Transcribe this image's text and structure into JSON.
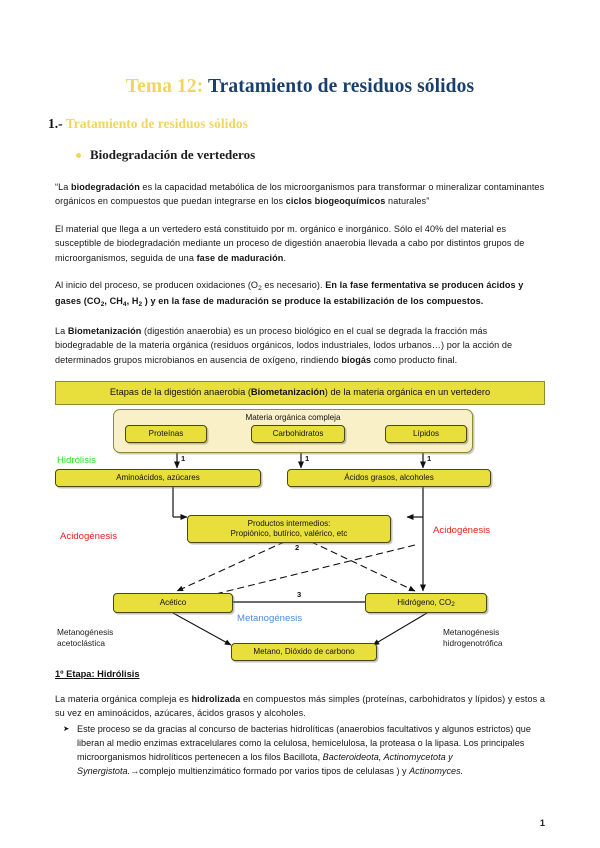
{
  "document": {
    "title_part1": "Tema 12:",
    "title_part2": " Tratamiento de residuos sólidos",
    "section": {
      "number": "1.-",
      "label": " Tratamiento de residuos sólidos"
    },
    "subsection": "Biodegradación de vertederos",
    "page_number": "1"
  },
  "paragraphs": {
    "quote": "“La biodegradación es la capacidad metabólica de los microorganismos para transformar o mineralizar contaminantes orgánicos en compuestos que puedan integrarse en los ciclos biogeoquímicos naturales”",
    "p2": "El material que llega a un vertedero está constituido por m. orgánico e inorgánico. Sólo el 40% del material es susceptible de biodegradación mediante un proceso de digestión anaerobia llevada a cabo por distintos grupos de microorganismos, seguida de una fase de maduración.",
    "p3": "Al inicio del proceso, se producen oxidaciones (O2 es necesario). En la fase fermentativa se producen ácidos y gases (CO2, CH4, H2) y en la fase de maduración se produce la estabilización de los compuestos.",
    "p4": "La Biometanización (digestión anaerobia) es un proceso biológico en el cual se degrada la fracción más biodegradable de la materia orgánica (residuos orgánicos, lodos industriales, lodos urbanos…) por la acción de determinados grupos microbianos en ausencia de oxígeno, rindiendo biogás como producto final."
  },
  "diagram": {
    "banner": "Etapas de la digestión anaerobia (Biometanización) de la materia orgánica en un vertedero",
    "group_title": "Materia orgánica compleja",
    "boxes": {
      "proteinas": "Proteínas",
      "carbohidratos": "Carbohidratos",
      "lipidos": "Lípidos",
      "aminoacidos": "Aminoácidos, azúcares",
      "acidos_grasos": "Ácidos grasos, alcoholes",
      "productos_intermedios_l1": "Productos intermedios:",
      "productos_intermedios_l2": "Propiónico, butírico, valérico, etc",
      "acetico": "Acético",
      "hidrogeno_co2": "Hidrógeno, CO2",
      "metano": "Metano, Dióxido de carbono"
    },
    "stage_labels": {
      "hidrolisis": "Hidrólisis",
      "acidogenesis_left": "Acidogénesis",
      "acidogenesis_right": "Acidogénesis",
      "metanogenesis": "Metanogénesis",
      "acetoclastica": "Metanogénesis acetoclástica",
      "hidrogenotrofica": "Metanogénesis hidrogenotrófica"
    },
    "numbers": {
      "n1a": "1",
      "n1b": "1",
      "n1c": "1",
      "n2": "2",
      "n3": "3"
    },
    "colors": {
      "box_fill": "#e8df3c",
      "group_fill": "#faf0c8",
      "hidrolisis_color": "#23e321",
      "acidogenesis_color": "#ee2020",
      "metanogenesis_color": "#4f8ce0"
    }
  },
  "stage_section": {
    "heading": "1º Etapa: Hidrólisis",
    "paragraph": "La materia orgánica compleja es hidrolizada en compuestos más simples (proteínas, carbohidratos y lípidos) y estos a su vez en aminoácidos, azúcares, ácidos grasos y alcoholes.",
    "list_item": "Este proceso se da gracias al concurso de bacterias hidrolíticas (anaerobios facultativos y algunos estrictos) que liberan al medio enzimas extracelulares como la celulosa, hemicelulosa, la proteasa o la lipasa. Los principales microorganismos hidrolíticos pertenecen a los filos Bacillota, Bacteroideota, Actinomycetota y Synergistota.→complejo multienzimático formado por varios tipos de celulasas ) y Actinomyces."
  }
}
